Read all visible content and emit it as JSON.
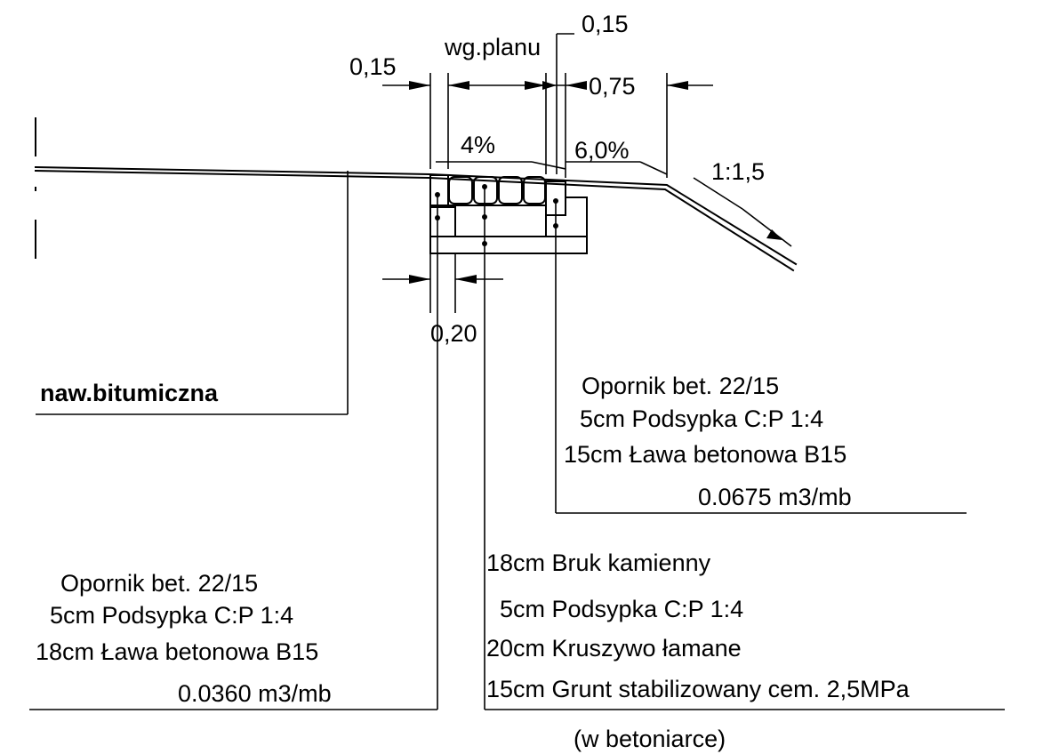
{
  "dimensions": {
    "d_015_left": "0,15",
    "d_wg_planu": "wg.planu",
    "d_015_top": "0,15",
    "d_075": "0,75",
    "d_020": "0,20"
  },
  "slopes": {
    "s_4pct": "4%",
    "s_6pct": "6,0%",
    "s_ratio": "1:1,5"
  },
  "labels": {
    "naw": "naw.bitumiczna",
    "opornik_right": [
      "Opornik bet. 22/15",
      "5cm Podsypka C:P 1:4",
      "15cm Ława betonowa B15",
      "0.0675 m3/mb"
    ],
    "opornik_left": [
      "Opornik bet. 22/15",
      "5cm Podsypka C:P 1:4",
      "18cm Ława betonowa B15",
      "0.0360 m3/mb"
    ],
    "bruk": [
      "18cm Bruk kamienny",
      "5cm Podsypka C:P 1:4",
      "20cm Kruszywo łamane",
      "15cm Grunt stabilizowany cem. 2,5MPa",
      "(w betoniarce)"
    ]
  }
}
